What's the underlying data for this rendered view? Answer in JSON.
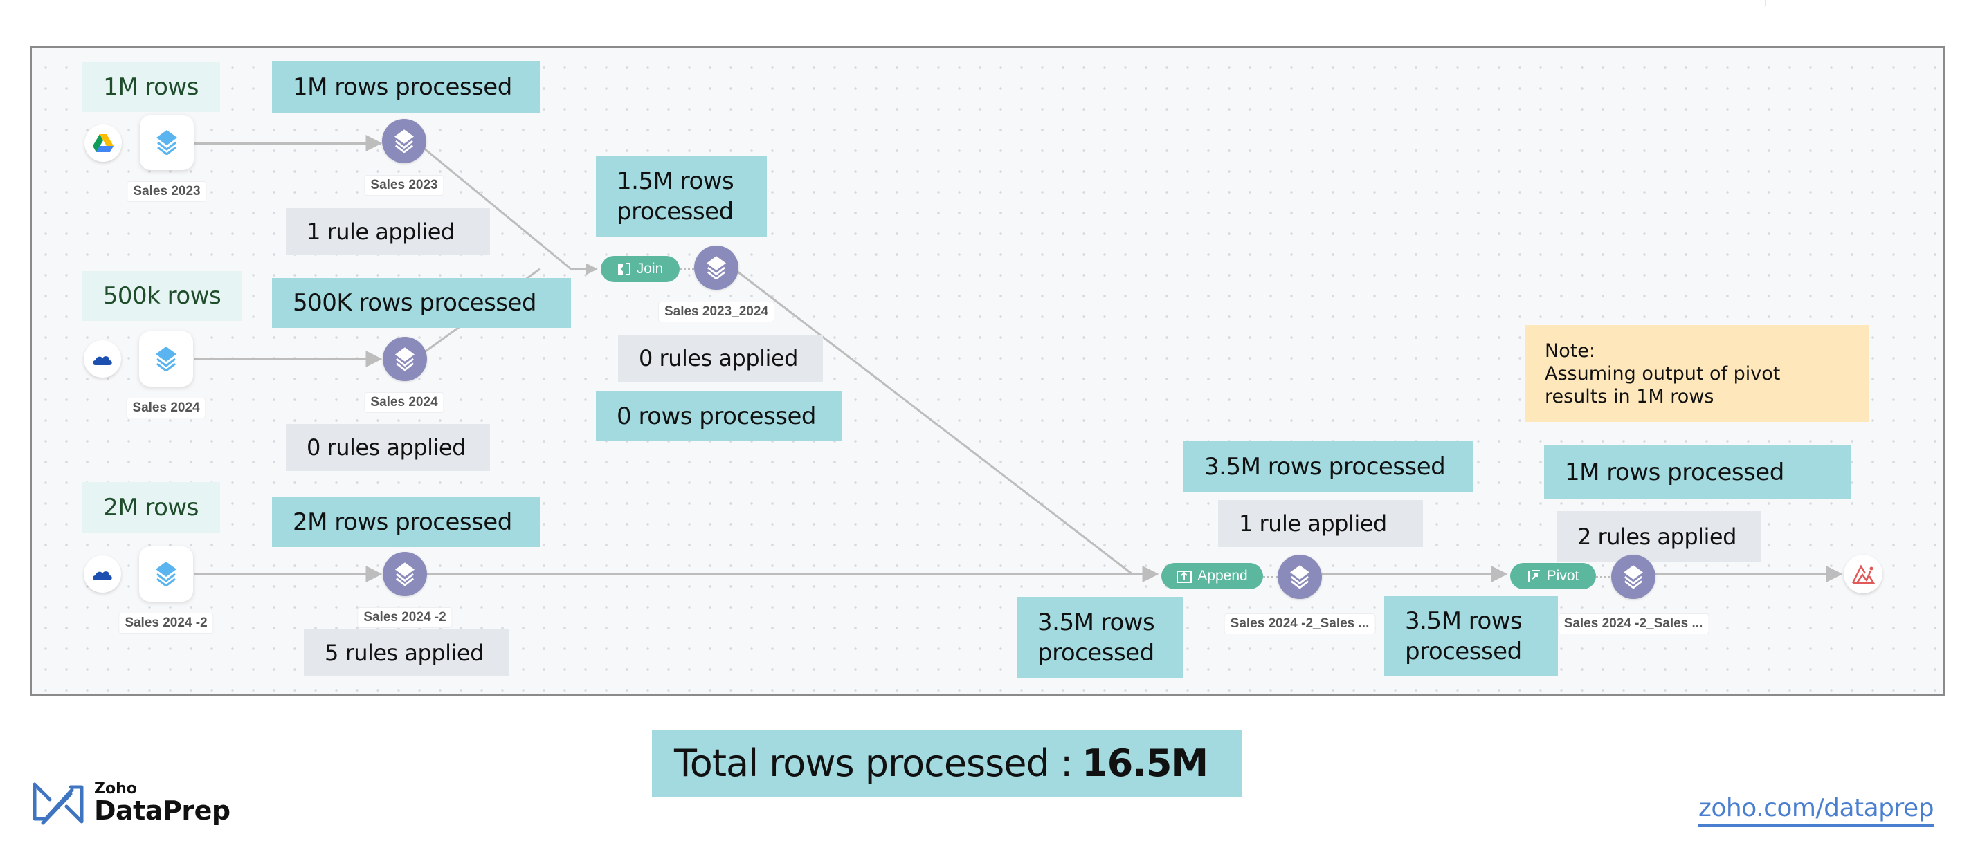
{
  "pipeline": {
    "sources": [
      {
        "id": "sales2023",
        "connector_icon": "google-drive-icon",
        "name": "Sales 2023",
        "input_rows": "1M rows"
      },
      {
        "id": "sales2024",
        "connector_icon": "onedrive-icon",
        "name": "Sales 2024",
        "input_rows": "500k rows"
      },
      {
        "id": "sales2024b",
        "connector_icon": "onedrive-icon",
        "name": "Sales 2024 -2",
        "input_rows": "2M rows"
      }
    ],
    "datasets": [
      {
        "id": "ds2023",
        "name": "Sales 2023",
        "rows_processed": "1M rows processed",
        "rules": "1 rule applied"
      },
      {
        "id": "ds2024",
        "name": "Sales 2024",
        "rows_processed": "500K rows processed",
        "rules": "0 rules applied"
      },
      {
        "id": "ds2024b",
        "name": "Sales 2024 -2",
        "rows_processed": "2M rows processed",
        "rules": "5 rules applied"
      },
      {
        "id": "dsJoin",
        "name": "Sales 2023_2024",
        "rows_processed": "0 rows processed",
        "rules": "0 rules applied"
      },
      {
        "id": "dsAppend",
        "name": "Sales 2024 -2_Sales ...",
        "rows_processed": "3.5M rows processed",
        "rules": "1 rule applied"
      },
      {
        "id": "dsPivot",
        "name": "Sales 2024 -2_Sales ...",
        "rows_processed": "1M rows processed",
        "rules": "2 rules applied"
      }
    ],
    "operations": {
      "join": {
        "label": "Join",
        "icon": "join-icon",
        "rows_processed": "1.5M rows processed"
      },
      "append": {
        "label": "Append",
        "icon": "append-icon",
        "rows_processed": "3.5M rows processed"
      },
      "pivot": {
        "label": "Pivot",
        "icon": "pivot-icon",
        "rows_processed": "3.5M rows processed"
      }
    },
    "destination": {
      "icon": "zoho-analytics-icon"
    },
    "note": {
      "title": "Note:",
      "text": "Assuming output of pivot results in 1M rows"
    }
  },
  "summary": {
    "label": "Total rows processed :",
    "value": "16.5M"
  },
  "footer": {
    "brand_small": "Zoho",
    "brand_large": "DataPrep",
    "link": "zoho.com/dataprep"
  },
  "colors": {
    "processed_bg": "#a2dadf",
    "input_bg": "#e6f4f3",
    "rules_bg": "#e4e7ec",
    "note_bg": "#fde7bb",
    "dataset_node": "#8b8bbb",
    "operation_pill": "#5bb89f",
    "link": "#4a7fd0"
  }
}
